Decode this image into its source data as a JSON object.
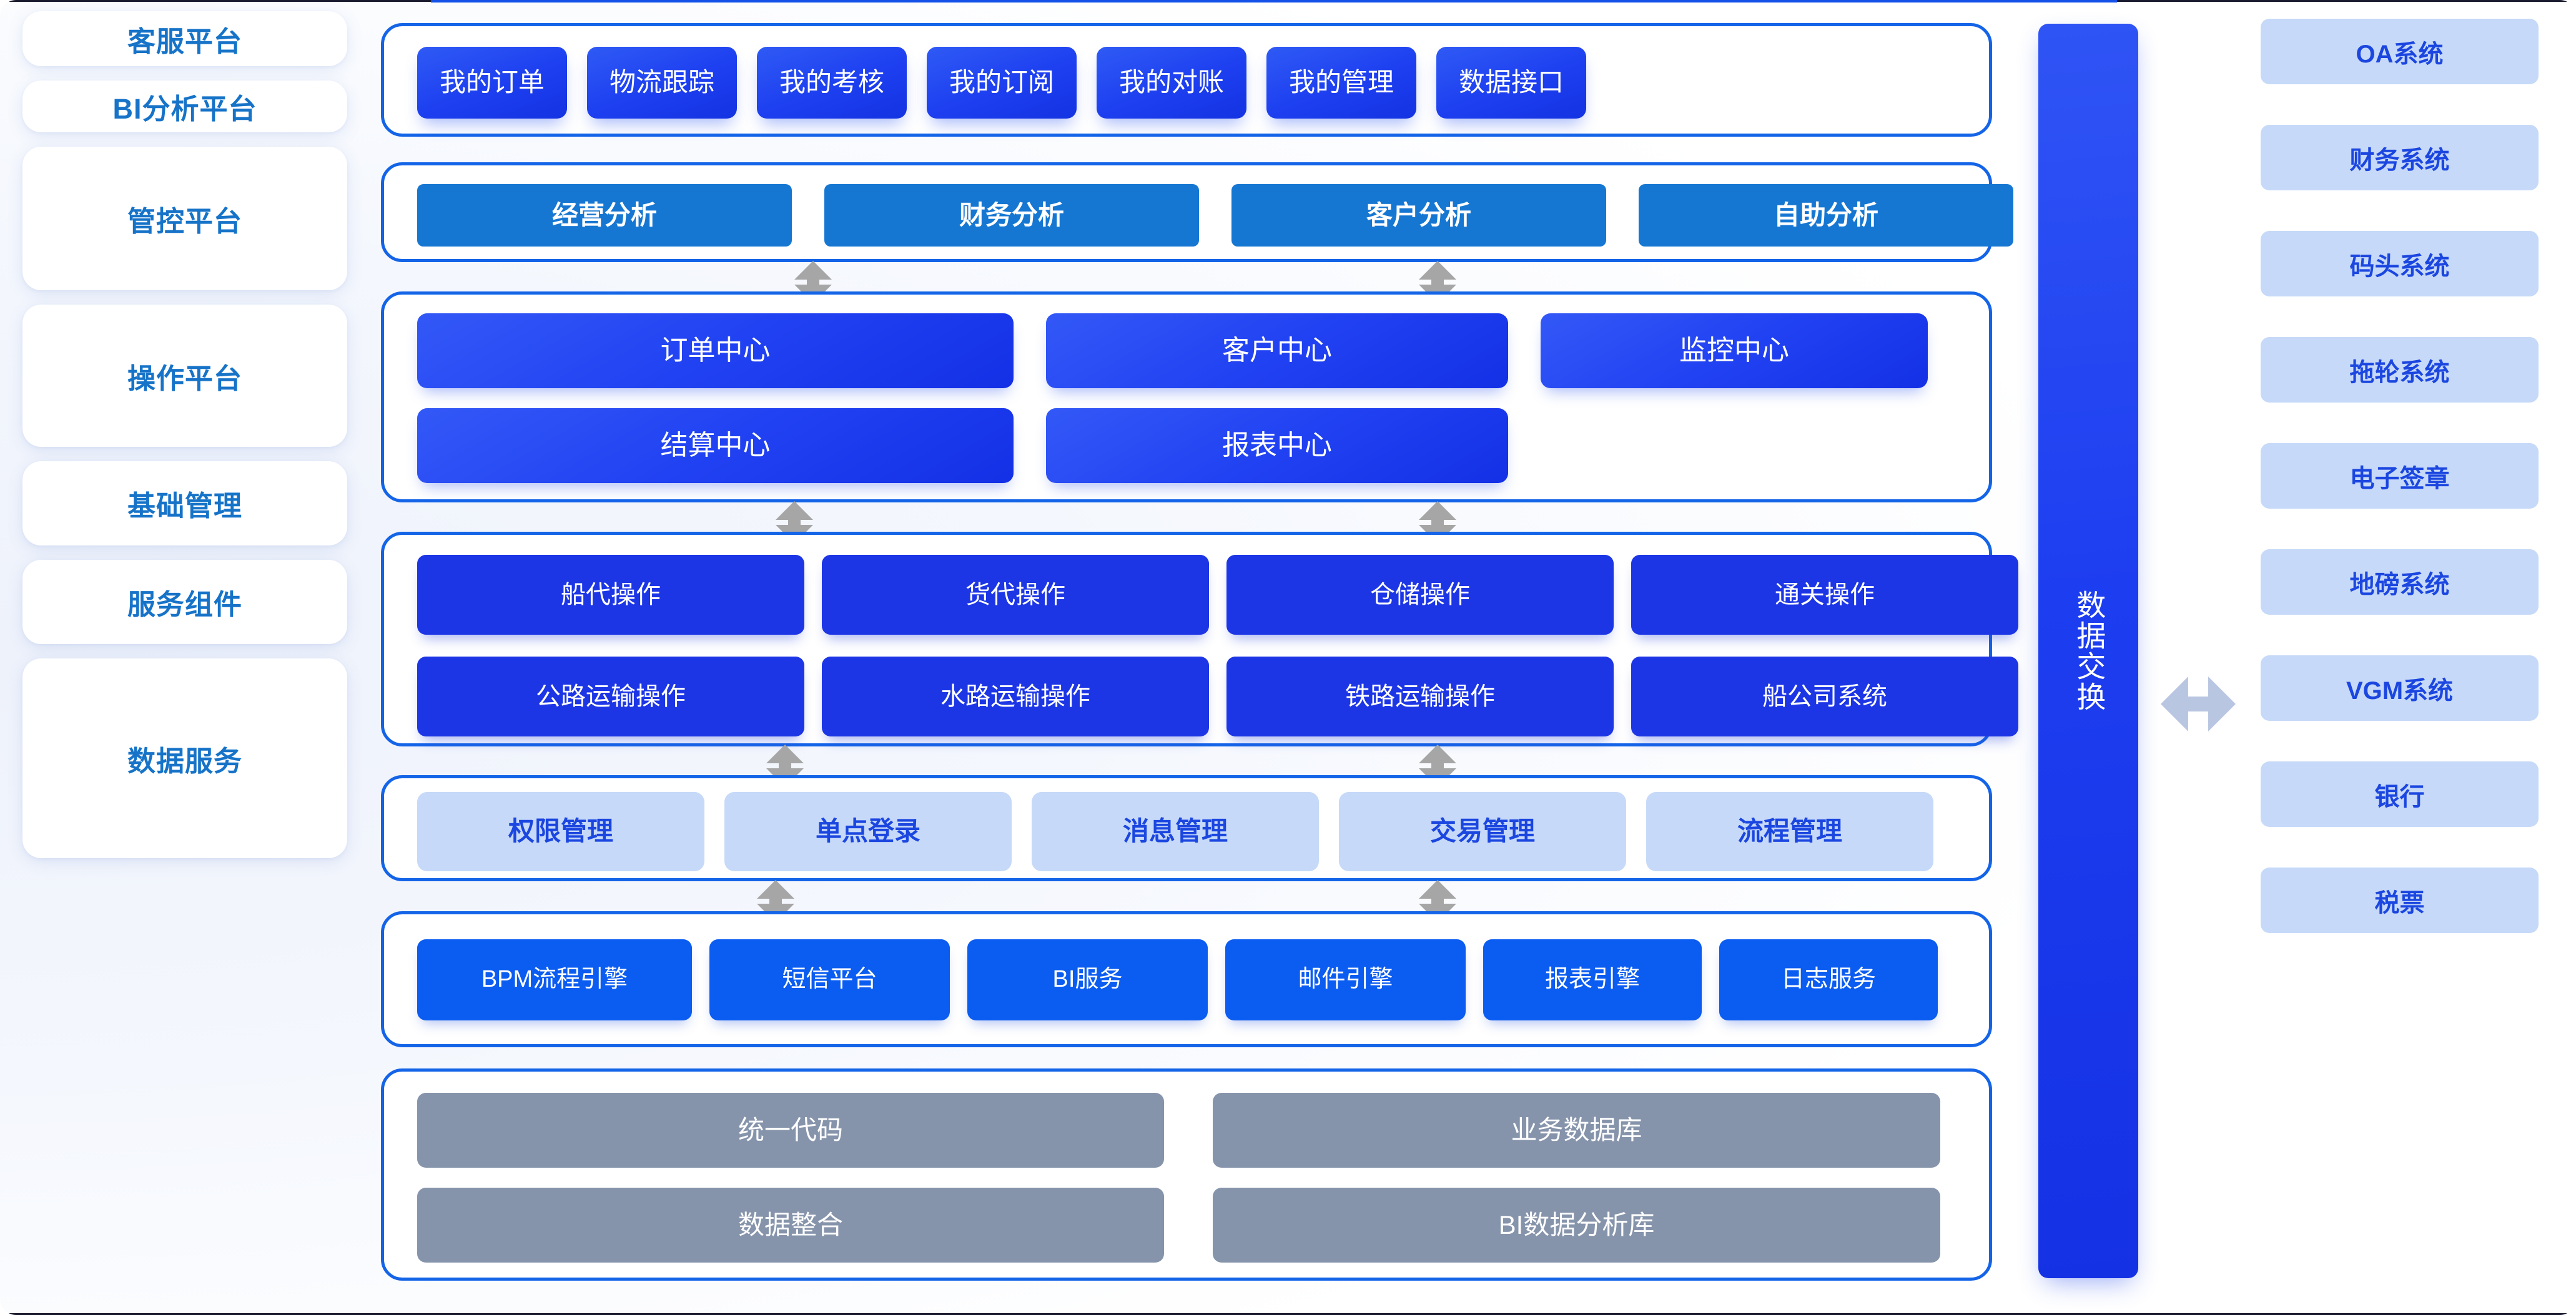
{
  "colors": {
    "primary_border": "#1464e8",
    "deep_blue": "#1d3ff0",
    "flat_blue": "#1677d2",
    "light_blue": "#c6d9f8",
    "gray_box": "#8694ab",
    "label_text": "#1673c8",
    "arrow_gray": "#a6a6a6",
    "arrow_light": "#b9c6e2"
  },
  "left_labels": [
    {
      "label": "客服平台"
    },
    {
      "label": "BI分析平台"
    },
    {
      "label": "管控平台"
    },
    {
      "label": "操作平台"
    },
    {
      "label": "基础管理"
    },
    {
      "label": "服务组件"
    },
    {
      "label": "数据服务"
    }
  ],
  "sections": [
    {
      "id": "customer-service-platform",
      "title": "客服平台",
      "rows": [
        [
          "我的订单",
          "物流跟踪",
          "我的考核",
          "我的订阅",
          "我的对账",
          "我的管理",
          "数据接口"
        ]
      ]
    },
    {
      "id": "bi-analysis-platform",
      "title": "BI分析平台",
      "rows": [
        [
          "经营分析",
          "财务分析",
          "客户分析",
          "自助分析"
        ]
      ]
    },
    {
      "id": "control-platform",
      "title": "管控平台",
      "rows": [
        [
          "订单中心",
          "客户中心",
          "监控中心"
        ],
        [
          "结算中心",
          "报表中心"
        ]
      ]
    },
    {
      "id": "operation-platform",
      "title": "操作平台",
      "rows": [
        [
          "船代操作",
          "货代操作",
          "仓储操作",
          "通关操作"
        ],
        [
          "公路运输操作",
          "水路运输操作",
          "铁路运输操作",
          "船公司系统"
        ]
      ]
    },
    {
      "id": "basic-management",
      "title": "基础管理",
      "rows": [
        [
          "权限管理",
          "单点登录",
          "消息管理",
          "交易管理",
          "流程管理"
        ]
      ]
    },
    {
      "id": "service-components",
      "title": "服务组件",
      "rows": [
        [
          "BPM流程引擎",
          "短信平台",
          "BI服务",
          "邮件引擎",
          "报表引擎",
          "日志服务"
        ]
      ]
    },
    {
      "id": "data-services",
      "title": "数据服务",
      "rows": [
        [
          "统一代码",
          "业务数据库"
        ],
        [
          "数据整合",
          "BI数据分析库"
        ]
      ]
    }
  ],
  "exchange": {
    "label": "数据交换"
  },
  "external_systems": [
    {
      "label": "OA系统"
    },
    {
      "label": "财务系统"
    },
    {
      "label": "码头系统"
    },
    {
      "label": "拖轮系统"
    },
    {
      "label": "电子签章"
    },
    {
      "label": "地磅系统"
    },
    {
      "label": "VGM系统"
    },
    {
      "label": "银行"
    },
    {
      "label": "税票"
    }
  ]
}
